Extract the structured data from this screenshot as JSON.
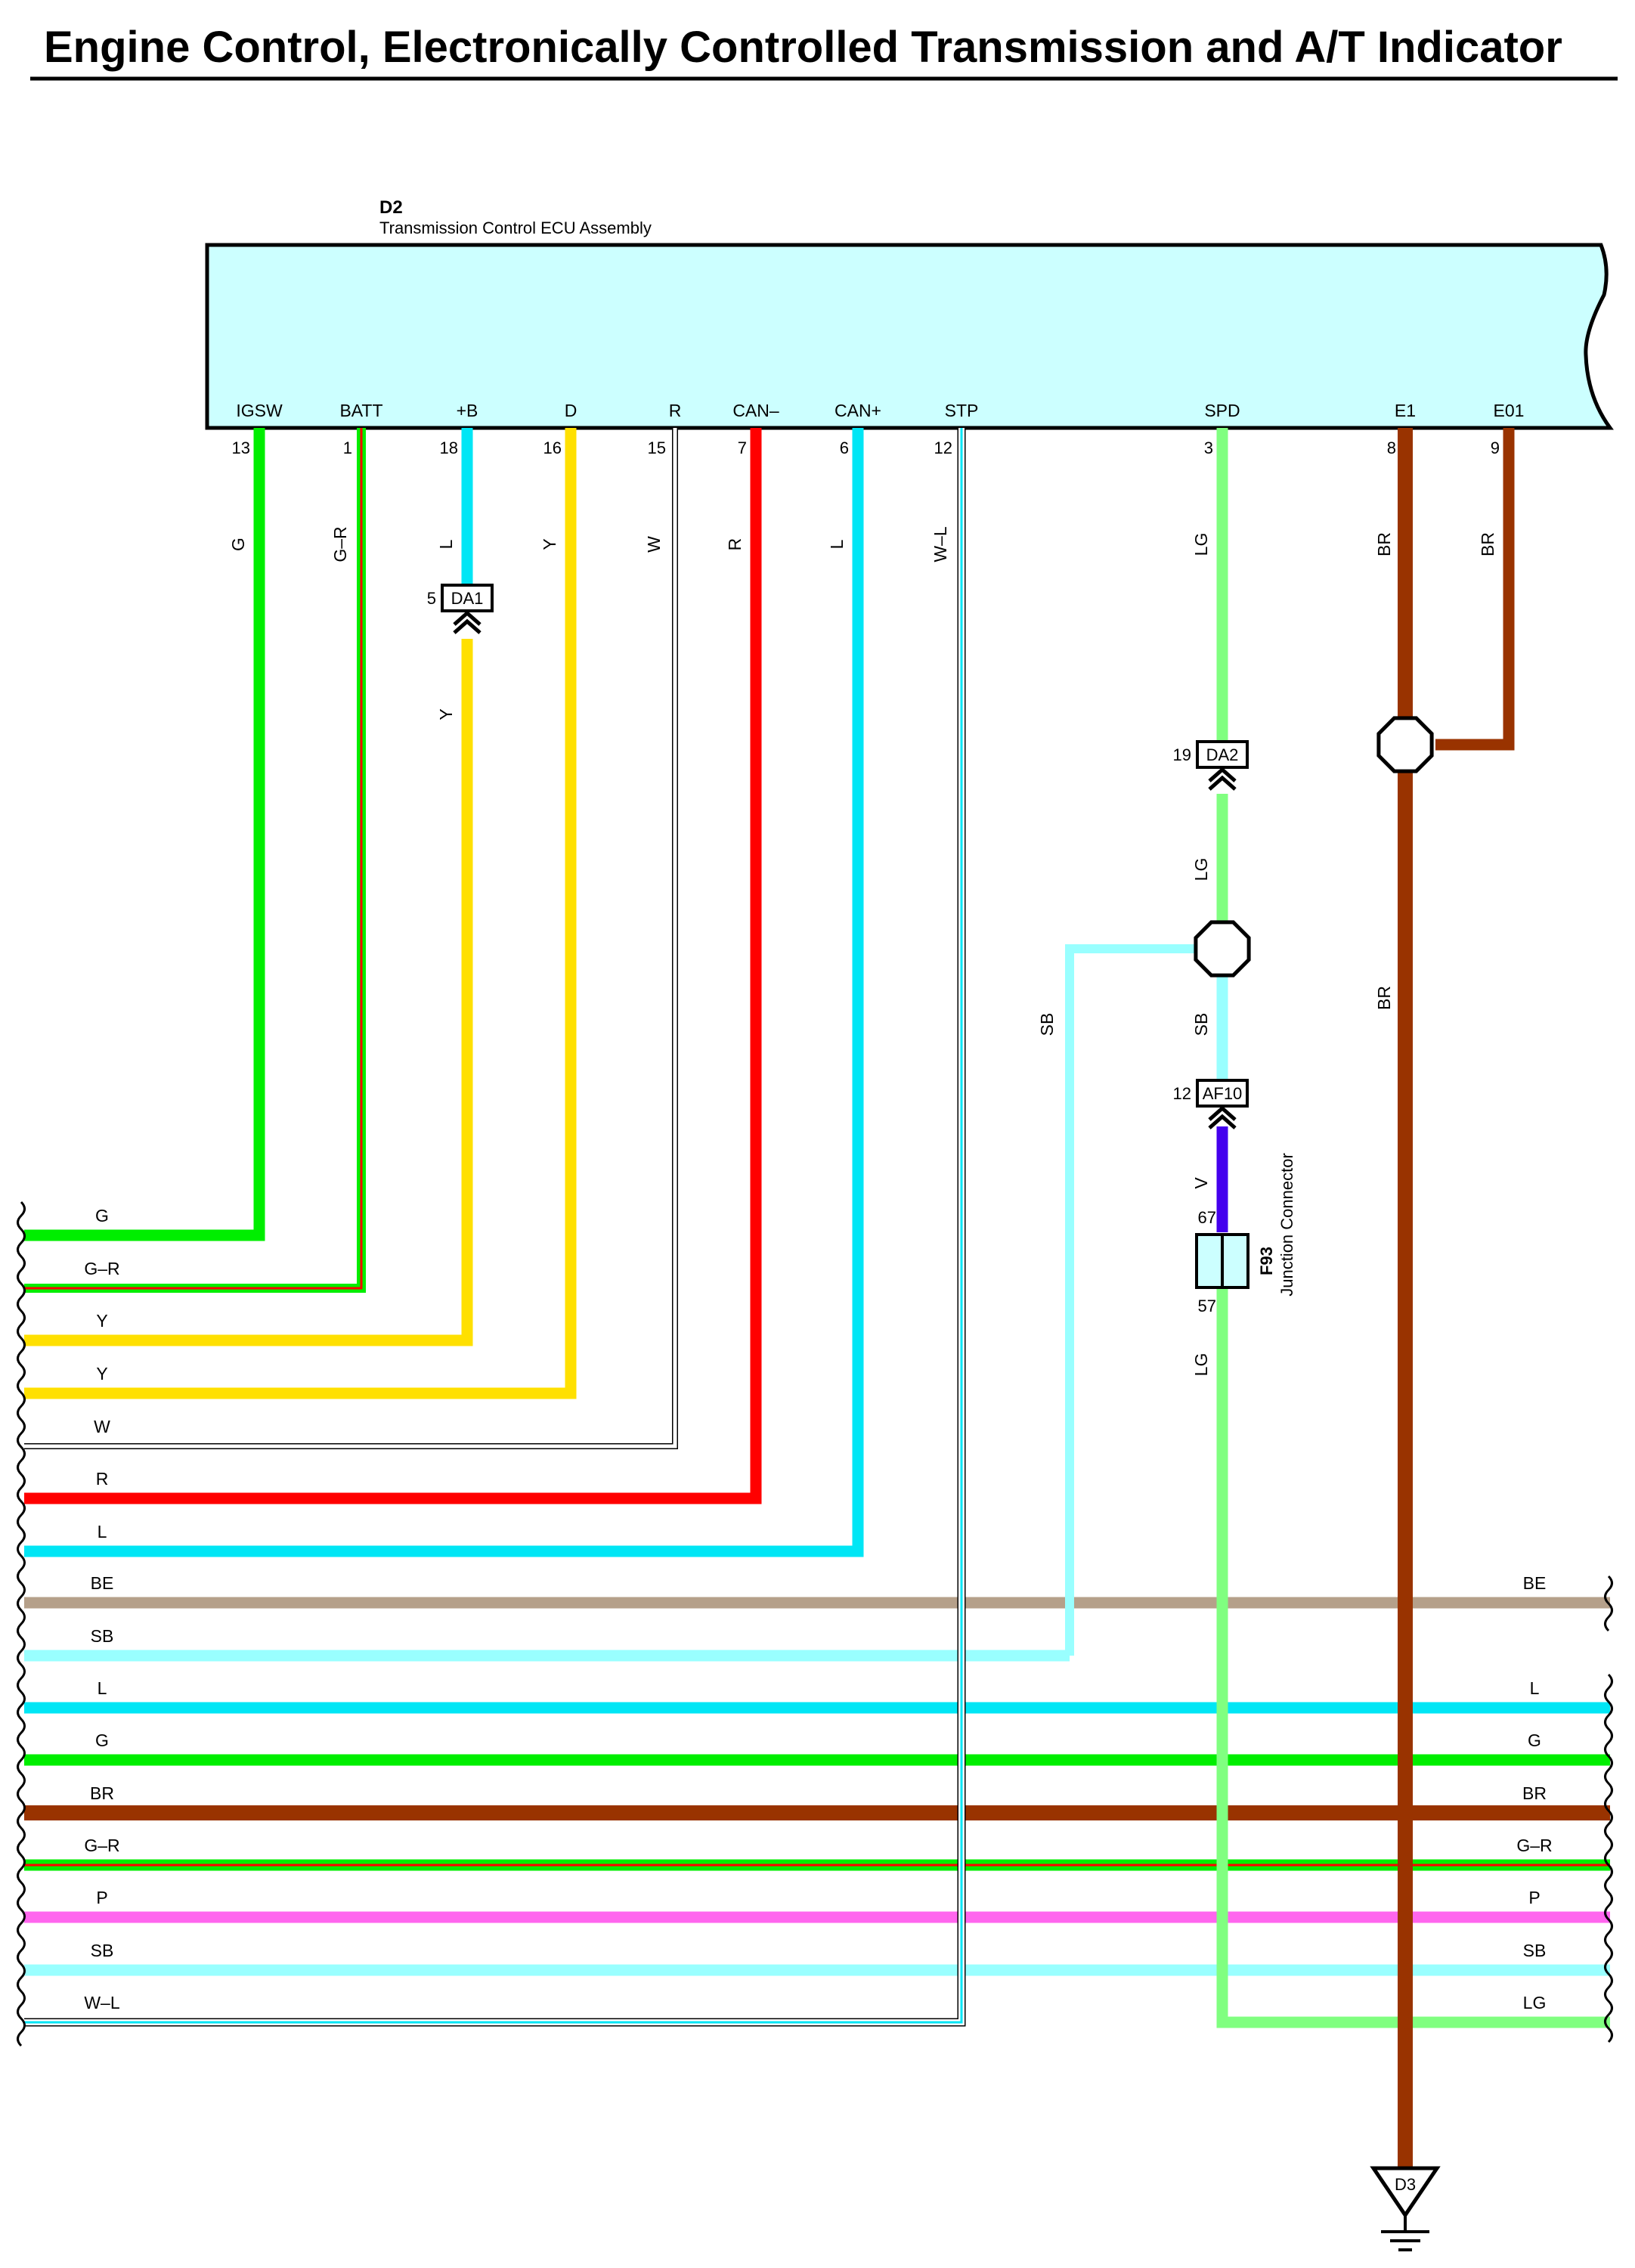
{
  "page_title": "Engine Control, Electronically Controlled Transmission and A/T Indicator",
  "ecu": {
    "code": "D2",
    "name": "Transmission Control ECU Assembly",
    "pins": [
      {
        "label": "IGSW",
        "pin": "13",
        "wire": "G",
        "color": "#00ee00"
      },
      {
        "label": "BATT",
        "pin": "1",
        "wire": "G–R",
        "color": "#00ee00",
        "stripe": "#ff0000"
      },
      {
        "label": "+B",
        "pin": "18",
        "wire": "L",
        "color": "#00e6f5"
      },
      {
        "label": "D",
        "pin": "16",
        "wire": "Y",
        "color": "#ffe000"
      },
      {
        "label": "R",
        "pin": "15",
        "wire": "W",
        "color": "#ffffff"
      },
      {
        "label": "CAN–",
        "pin": "7",
        "wire": "R",
        "color": "#ff0000"
      },
      {
        "label": "CAN+",
        "pin": "6",
        "wire": "L",
        "color": "#00e6f5"
      },
      {
        "label": "STP",
        "pin": "12",
        "wire": "W–L",
        "color": "#ffffff",
        "stripe": "#00e6f5"
      },
      {
        "label": "SPD",
        "pin": "3",
        "wire": "LG",
        "color": "#80ff80"
      },
      {
        "label": "E1",
        "pin": "8",
        "wire": "BR",
        "color": "#993300"
      },
      {
        "label": "E01",
        "pin": "9",
        "wire": "BR",
        "color": "#993300"
      }
    ]
  },
  "connectors": [
    {
      "code": "DA1",
      "pin": "5"
    },
    {
      "code": "DA2",
      "pin": "19"
    },
    {
      "code": "AF10",
      "pin": "12"
    }
  ],
  "junction": {
    "code": "F93",
    "name": "Junction Connector",
    "pin_top": "67",
    "pin_bottom": "57"
  },
  "ground": {
    "code": "D3"
  },
  "wire_labels": {
    "da1_below": "Y",
    "da2_below": "LG",
    "spd_sb": "SB",
    "sb_branch": "SB",
    "af10_below": "V",
    "junction_below": "LG",
    "e1_below": "BR"
  },
  "left_wires": [
    "G",
    "G–R",
    "Y",
    "Y",
    "W",
    "R",
    "L",
    "BE",
    "SB",
    "L",
    "G",
    "BR",
    "G–R",
    "P",
    "SB",
    "W–L"
  ],
  "right_wires": [
    "BE",
    "L",
    "G",
    "BR",
    "G–R",
    "P",
    "SB",
    "LG"
  ],
  "colors": {
    "ecu_fill": "#ccffff",
    "G": "#00ee00",
    "R": "#ff0000",
    "L": "#00e6f5",
    "Y": "#ffe000",
    "LG": "#80ff80",
    "SB": "#99ffff",
    "BR": "#993300",
    "BE": "#b5a08a",
    "P": "#ff66ee",
    "V": "#4400ee",
    "W": "#ffffff"
  }
}
